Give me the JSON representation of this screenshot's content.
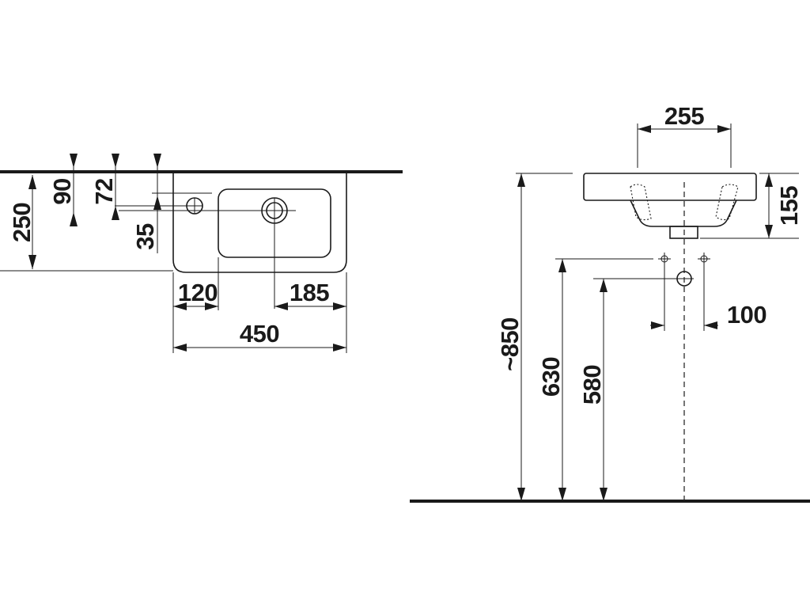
{
  "dimensions": {
    "plan": {
      "d90": "90",
      "d72": "72",
      "d250": "250",
      "d35": "35",
      "d120": "120",
      "d185": "185",
      "d450": "450"
    },
    "side": {
      "d255": "255",
      "d155": "155",
      "d850": "~850",
      "d630": "630",
      "d580": "580",
      "d100": "100"
    }
  },
  "colors": {
    "line": "#1a1a1a",
    "background": "#ffffff"
  }
}
